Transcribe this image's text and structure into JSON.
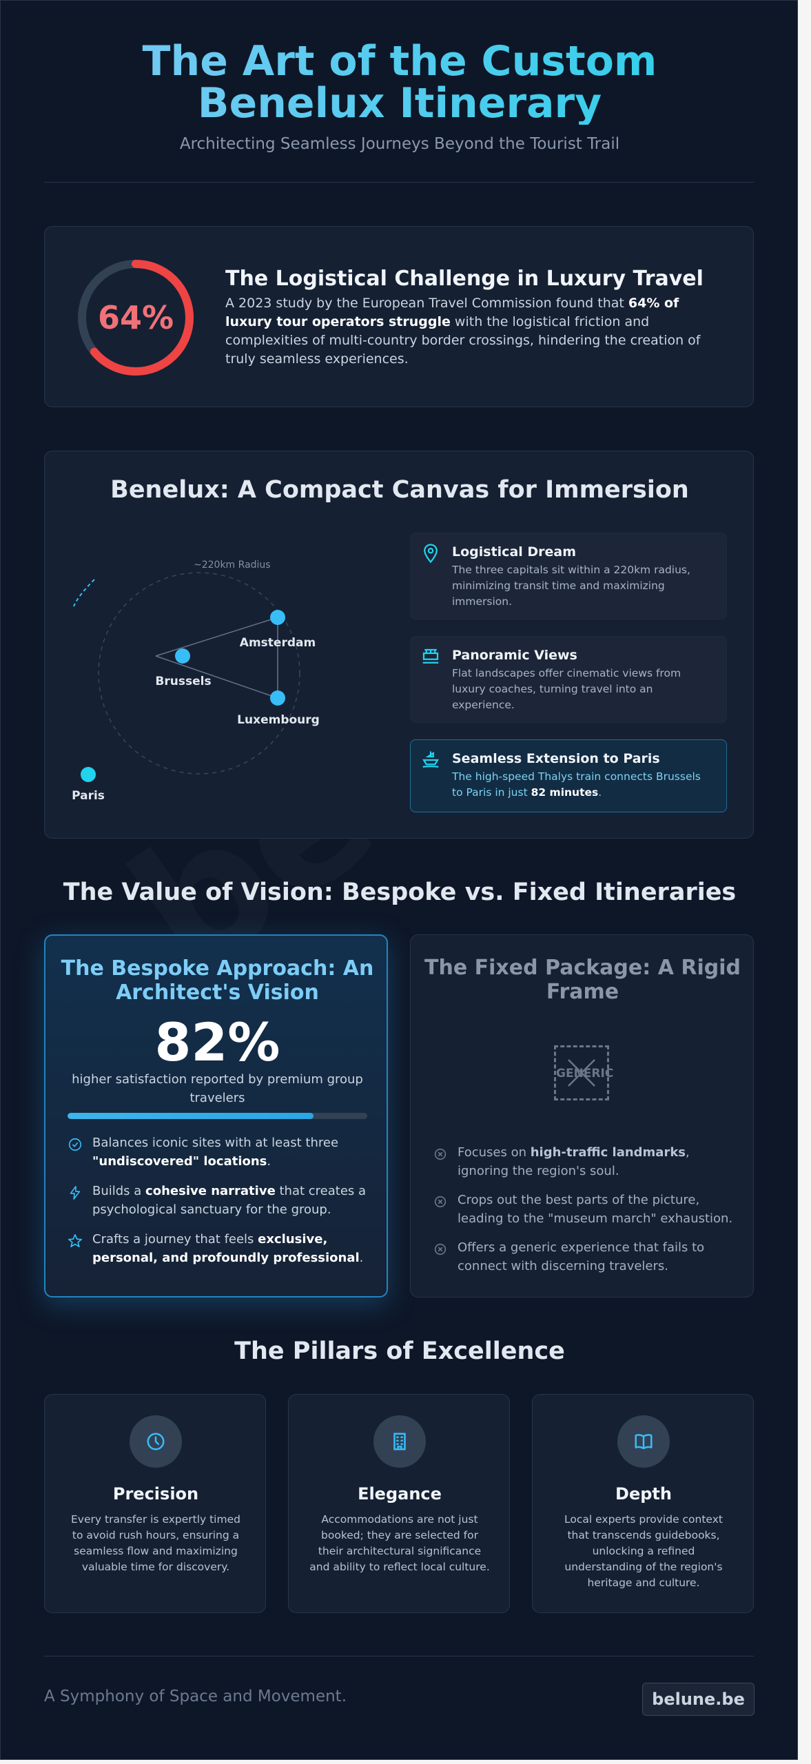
{
  "header": {
    "title": "The Art of the Custom Benelux Itinerary",
    "subtitle": "Architecting Seamless Journeys Beyond the Tourist Trail"
  },
  "watermark": "belune",
  "challenge": {
    "stat": "64%",
    "stat_fraction": 0.64,
    "heading": "The Logistical Challenge in Luxury Travel",
    "body_pre": "A 2023 study by the European Travel Commission found that ",
    "body_bold": "64% of luxury tour operators struggle",
    "body_post": " with the logistical friction and complexities of multi-country border crossings, hindering the creation of truly seamless experiences.",
    "colors": {
      "accent": "#ef4444",
      "track": "#334155"
    }
  },
  "benelux": {
    "title": "Benelux: A Compact Canvas for Immersion",
    "radius_label": "~220km Radius",
    "cities": {
      "amsterdam": "Amsterdam",
      "brussels": "Brussels",
      "luxembourg": "Luxembourg",
      "paris": "Paris"
    },
    "features": [
      {
        "icon": "map-pin-icon",
        "heading": "Logistical Dream",
        "body": "The three capitals sit within a 220km radius, minimizing transit time and maximizing immersion."
      },
      {
        "icon": "coach-icon",
        "heading": "Panoramic Views",
        "body": "Flat landscapes offer cinematic views from luxury coaches, turning travel into an experience."
      },
      {
        "icon": "train-icon",
        "heading": "Seamless Extension to Paris",
        "body_pre": "The high-speed Thalys train connects Brussels to Paris in just ",
        "body_bold": "82 minutes",
        "body_post": "."
      }
    ]
  },
  "value": {
    "title": "The Value of Vision: Bespoke vs. Fixed Itineraries",
    "bespoke": {
      "title": "The Bespoke Approach: An Architect's Vision",
      "stat": "82%",
      "stat_fraction": 0.82,
      "stat_caption": "higher satisfaction reported by premium group travelers",
      "bullets": [
        {
          "icon": "check-circle-icon",
          "pre": "Balances iconic sites with at least three ",
          "bold": "\"undiscovered\" locations",
          "post": "."
        },
        {
          "icon": "lightning-icon",
          "pre": "Builds a ",
          "bold": "cohesive narrative",
          "post": " that creates a psychological sanctuary for the group."
        },
        {
          "icon": "star-icon",
          "pre": "Crafts a journey that feels ",
          "bold": "exclusive, personal, and profoundly professional",
          "post": "."
        }
      ]
    },
    "fixed": {
      "title": "The Fixed Package: A Rigid Frame",
      "generic_label": "GENERIC",
      "bullets": [
        {
          "icon": "x-circle-icon",
          "pre": "Focuses on ",
          "bold": "high-traffic landmarks",
          "post": ", ignoring the region's soul."
        },
        {
          "icon": "x-circle-icon",
          "pre": "Crops out the best parts of the picture, leading to the \"museum march\" exhaustion.",
          "bold": "",
          "post": ""
        },
        {
          "icon": "x-circle-icon",
          "pre": "Offers a generic experience that fails to connect with discerning travelers.",
          "bold": "",
          "post": ""
        }
      ]
    }
  },
  "pillars": {
    "title": "The Pillars of Excellence",
    "items": [
      {
        "icon": "clock-icon",
        "title": "Precision",
        "body": "Every transfer is expertly timed to avoid rush hours, ensuring a seamless flow and maximizing valuable time for discovery."
      },
      {
        "icon": "building-icon",
        "title": "Elegance",
        "body": "Accommodations are not just booked; they are selected for their architectural significance and ability to reflect local culture."
      },
      {
        "icon": "book-icon",
        "title": "Depth",
        "body": "Local experts provide context that transcends guidebooks, unlocking a refined understanding of the region's heritage and culture."
      }
    ]
  },
  "footer": {
    "tagline": "A Symphony of Space and Movement.",
    "brand": "belune.be"
  }
}
